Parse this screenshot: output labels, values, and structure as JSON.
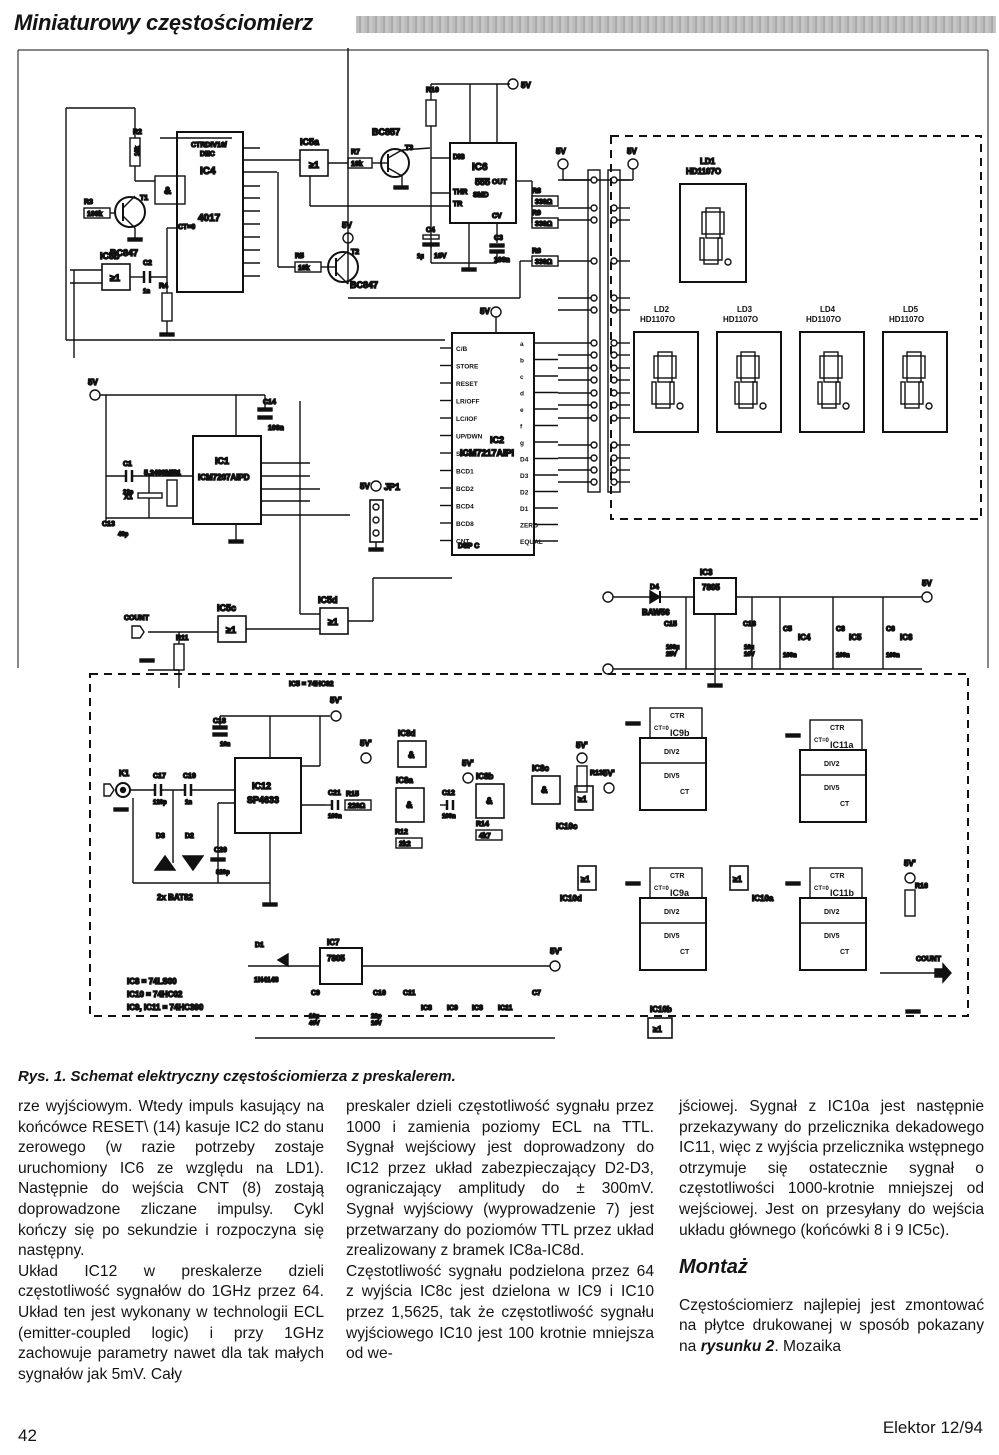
{
  "header": {
    "title": "Miniaturowy częstościomierz"
  },
  "figure": {
    "caption": "Rys. 1. Schemat elektryczny częstościomierza z preskalerem.",
    "labels": {
      "ic4": "IC4",
      "ic4_type": "4017",
      "ic4_ctr": "CTRDIV10/",
      "ic4_dec": "DEC",
      "ic4_ct0": "CT=0",
      "ic5a": "IC5a",
      "ic5b": "IC5b",
      "ic5c": "IC5c",
      "ic5d": "IC5d",
      "ic6": "IC6",
      "ic6_type": "555",
      "ic6_smd": "SMD",
      "ic6_dis": "DIS",
      "ic6_thr": "THR",
      "ic6_tr": "TR",
      "ic6_out": "OUT",
      "ic6_cv": "CV",
      "t1": "T1",
      "t1_type": "BC847",
      "t2": "T2",
      "t2_type": "BC847",
      "t3": "T3",
      "t3_type": "BC857",
      "r2": "R2",
      "r2_v": "10k",
      "r3": "R3",
      "r3_v": "100k",
      "r4": "R4",
      "r4_v": "100k",
      "r5": "R5",
      "r5_v": "10k",
      "r7": "R7",
      "r7_v": "10k",
      "r10": "R10",
      "r10_v": "1M",
      "r8": "R8",
      "r9": "R9",
      "r6": "R6",
      "r_330": "330Ω",
      "c2": "C2",
      "c2_v": "1n",
      "c3": "C3",
      "c3_v": "100n",
      "c4": "C4",
      "c4_v": "1µ",
      "c4_v2": "16V",
      "v5": "5V",
      "v5p": "5V'",
      "ld1": "LD1",
      "ld2": "LD2",
      "ld3": "LD3",
      "ld4": "LD4",
      "ld5": "LD5",
      "hd": "HD1107O",
      "ic2": "IC2",
      "ic2_type": "ICM7217AIPI",
      "ic2_pins_left": [
        "C/B",
        "STORE",
        "RESET",
        "LR/OFF",
        "LC/IOF",
        "UP/DWN",
        "SCAN",
        "BCD1",
        "BCD2",
        "BCD4",
        "BCD8",
        "CNT"
      ],
      "ic2_pins_right": [
        "a",
        "b",
        "c",
        "d",
        "e",
        "f",
        "g",
        "D4",
        "D3",
        "D2",
        "D1",
        "ZERO",
        "EQUAL"
      ],
      "ic2_dspc": "DSP C",
      "ic1": "IC1",
      "ic1_type": "ICM7207AIPD",
      "c1": "C1",
      "c1_v": "22p",
      "x1": "X1",
      "xtal": "5.2488MHz",
      "r1": "R1",
      "r1_v": "10M",
      "c13": "C13",
      "c13_v": "40p",
      "c14": "C14",
      "c14_v": "100n",
      "jp1": "JP1",
      "count": "COUNT",
      "r11": "R11",
      "r11_v": "1M",
      "ic5_note": "IC5 = 74HC02",
      "ic3": "IC3",
      "reg": "7805",
      "d4": "D4",
      "d4_type": "BAW56",
      "c15": "C15",
      "c15_v": "100µ",
      "c15_v2": "25V",
      "c16": "C16",
      "c16_v": "10µ",
      "c16_v2": "16V",
      "c5": "C5",
      "c8": "C8",
      "c6": "C6",
      "v100n": "100n",
      "ic4s": "IC4",
      "ic5s": "IC5",
      "ic6s": "IC6",
      "k1": "K1",
      "c17": "C17",
      "c17_v": "120p",
      "c19": "C19",
      "c19_v": "1n",
      "d3": "D3",
      "d2": "D2",
      "bat": "2x BAT82",
      "c18": "C18",
      "c18_v": "10n",
      "c20": "C20",
      "c20_v": "820p",
      "ic12": "IC12",
      "ic12_type": "SP4633",
      "c21": "C21",
      "c21_v": "100n",
      "r15": "R15",
      "r15_v": "220Ω",
      "r12": "R12",
      "r12_v": "2k2",
      "c12": "C12",
      "c12_v": "100n",
      "r14": "R14",
      "r14_v": "4k7",
      "ic8a": "IC8a",
      "ic8b": "IC8b",
      "ic8c": "IC8c",
      "ic8d": "IC8d",
      "ic7": "IC7",
      "d1": "D1",
      "d1_type": "1N4148",
      "c9": "C9",
      "c9_v": "10µ",
      "c9_v2": "40V",
      "c10": "C10",
      "c10_v": "22µ",
      "c10_v2": "16V",
      "c11": "C11",
      "c7": "C7",
      "ic8s": "IC8",
      "ic9s": "IC9",
      "ic11s": "IC11",
      "note1": "IC8 = 74LS00",
      "note2": "IC10 = 74HC02",
      "note3": "IC9, IC11 = 74HC390",
      "ic9a": "IC9a",
      "ic9b": "IC9b",
      "ic11a": "IC11a",
      "ic11b": "IC11b",
      "ic10a": "IC10a",
      "ic10b": "IC10b",
      "ic10c": "IC10c",
      "ic10d": "IC10d",
      "ctr": "CTR",
      "div2": "DIV2",
      "div5": "DIV5",
      "ct": "CT",
      "r13": "R13",
      "r13_v": "10k",
      "r16": "R16",
      "r16_v": "4k7"
    }
  },
  "columns": [
    {
      "paragraphs": [
        "rze wyjściowym. Wtedy impuls kasujący na końcówce RESET\\ (14) kasuje IC2 do stanu zerowego (w razie potrzeby zostaje uruchomiony IC6 ze względu na LD1). Następnie do wejścia CNT (8) zostają doprowadzone zliczane impulsy. Cykl kończy się po sekundzie i rozpoczyna się następny.",
        "Układ IC12 w preskalerze dzieli częstotliwość sygnałów do 1GHz przez 64. Układ ten jest wykonany w technologii ECL (emitter-coupled logic) i przy 1GHz zachowuje parametry nawet dla tak małych sygnałów jak 5mV. Cały"
      ]
    },
    {
      "paragraphs": [
        "preskaler dzieli częstotliwość sygnału przez 1000 i zamienia poziomy ECL na TTL. Sygnał wejściowy jest doprowadzony do IC12 przez układ zabezpieczający D2-D3, ograniczający amplitudy do ± 300mV. Sygnał wyjściowy (wyprowadzenie 7) jest przetwarzany do poziomów TTL przez układ zrealizowany z bramek IC8a-IC8d.",
        "Częstotliwość sygnału podzielona przez 64 z wyjścia IC8c jest dzielona w IC9 i IC10 przez 1,5625, tak że częstotliwość sygnału wyjściowego IC10 jest 100 krotnie mniejsza od we-"
      ]
    },
    {
      "paragraphs": [
        "jściowej. Sygnał z IC10a jest następnie przekazywany do przelicznika dekadowego IC11, więc z wyjścia przelicznika wstępnego otrzymuje się ostatecznie sygnał o częstotliwości 1000-krotnie mniejszej od wejściowej. Jest on przesyłany do wejścia układu głównego (końcówki 8 i 9 IC5c)."
      ],
      "heading": "Montaż",
      "after_heading_pre": "Częstościomierz najlepiej jest zmontować na płytce drukowanej w sposób pokazany na ",
      "after_heading_kw": "rysunku 2",
      "after_heading_post": ". Mozaika"
    }
  ],
  "footer": {
    "page_number": "42",
    "magazine": "Elektor 12/94"
  }
}
